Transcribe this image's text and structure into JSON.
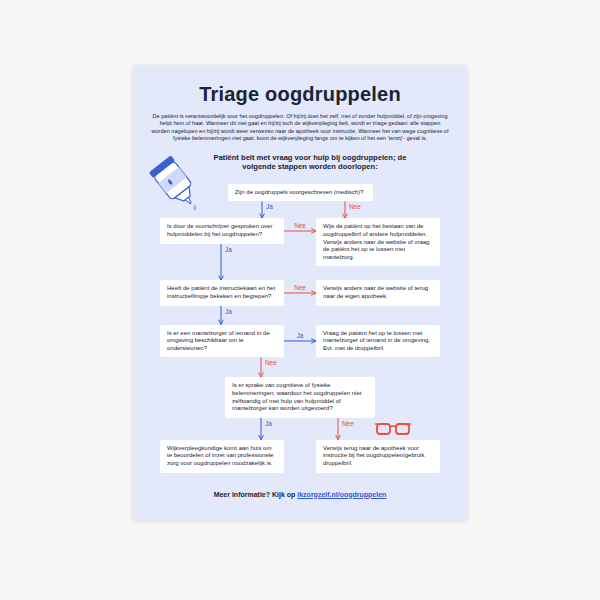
{
  "diagram": {
    "title": "Triage oogdruppelen",
    "nodes": [
      {
        "text": [
          "Zijn de oogdruppels voorgeschreven (medisch)?"
        ]
      },
      {
        "text": [
          "Is door de voorschrijver gesproken over hulpmiddelen bij het oogdruppelen?"
        ]
      },
      {
        "text": [
          "Wijs de patiënt op het bestaan van de oogdruppelbril of andere hulpmiddelen. Verwijs anders naar de website of vraag de patiënt het op te lossen met mantelzorg."
        ]
      },
      {
        "text": [
          "Heeft de patiënt de instructiekaart en het instructiefilmpje bekeken en begrepen?"
        ]
      },
      {
        "text": [
          "Verwijs anders naar de website of terug naar de eigen apotheek."
        ]
      },
      {
        "text": [
          "Is er een mantelzorger of iemand in de omgeving beschikbaar om te ondersteunen?"
        ]
      },
      {
        "text": [
          "Vraag de patiënt het op te lossen met mantelzorger of iemand in de omgeving. Evt. met de druppelbril."
        ]
      },
      {
        "text": [
          "Is er sprake van cognitieve of fysieke belemmeringen, waardoor het oogdruppelen niet zelfstandig of met hulp van hulpmiddel of mantelzorger kan worden uitgevoerd?"
        ]
      },
      {
        "text": [
          "Wijkverpleegkundige komt aan huis om te beoordelen of inzet van professionele zorg voor oogdruppelen noodzakelijk is."
        ]
      },
      {
        "text": [
          "Verwijs terug naar de apotheek voor instructie bij het oogdruppelen/gebruik druppelbril."
        ]
      }
    ],
    "edges": [
      {
        "from": 0,
        "to": 1,
        "label": "Ja",
        "arrow": "to"
      },
      {
        "from": 0,
        "to": 2,
        "label": "Nee",
        "arrow": "to"
      },
      {
        "from": 1,
        "to": 2,
        "label": "Nee",
        "arrow": "to"
      },
      {
        "from": 1,
        "to": 3,
        "label": "Ja",
        "arrow": "to"
      },
      {
        "from": 3,
        "to": 4,
        "label": "Nee",
        "arrow": "to"
      },
      {
        "from": 3,
        "to": 5,
        "label": "Ja",
        "arrow": "to"
      },
      {
        "from": 5,
        "to": 6,
        "label": "Ja",
        "arrow": "to"
      },
      {
        "from": 5,
        "to": 7,
        "label": "Nee",
        "arrow": "to"
      },
      {
        "from": 7,
        "to": 8,
        "label": "Ja",
        "arrow": "to"
      },
      {
        "from": 7,
        "to": 9,
        "label": "Nee",
        "arrow": "to"
      }
    ],
    "labels": [
      "De patiënt is verantwoordelijk voor het oogdruppelen. Of hij/zij doet het zelf, met of zonder hulpmiddel, of zijn omgeving helpt hem of haar. Wanneer dit niet gaat en hij/zij toch de wijkverpleging belt, wordt er triage gedaan: alle stappen worden nagelopen en hij/zij wordt weer verwezen naar de apotheek voor instructie. Wanneer het van wege cognitieve of fysieke belemmeringen niet gaat, komt de wijkverpleging langs om te kijken of het een ‘tenzij’- geval is.",
      "Patiënt belt met vraag voor hulp bij oogdruppelen; de volgende stappen worden doorlopen:",
      "Meer informatie? Kijk op",
      "ikzorgzelf.nl/oogdruppelen"
    ]
  }
}
